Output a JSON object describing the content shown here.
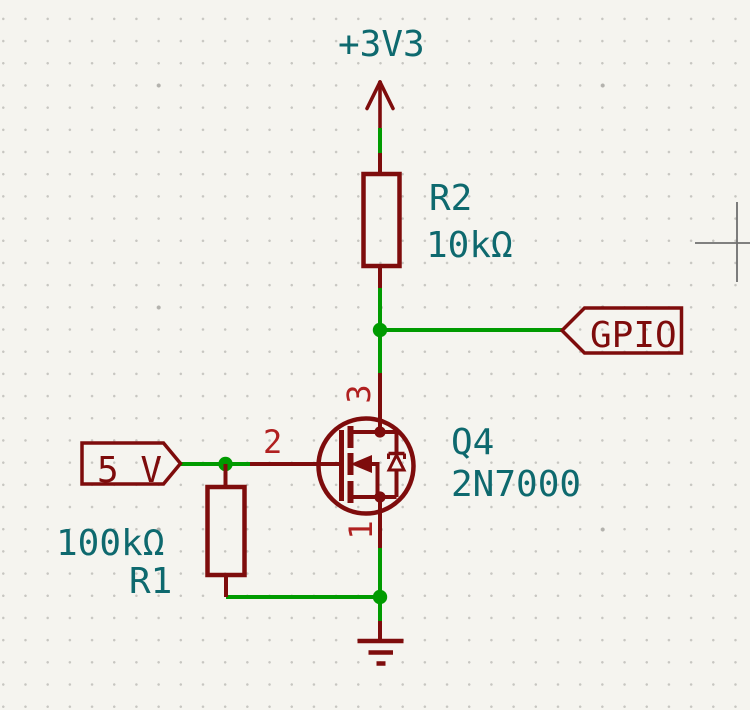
{
  "editor": {
    "name": "schematic-canvas",
    "tool": "crosshair-cursor"
  },
  "colors": {
    "background": "#F5F4EF",
    "grid_dot": "#C7C6C1",
    "wire_green": "#009B00",
    "symbol_dark_red": "#7E0C0C",
    "pin_number_red": "#B02020",
    "field_teal": "#0E696E",
    "crosshair_gray": "#6F6F6F"
  },
  "schematic": {
    "power_net": "+3V3",
    "r2": {
      "reference": "R2",
      "value": "10kΩ"
    },
    "r1": {
      "reference": "R1",
      "value": "100kΩ"
    },
    "q4": {
      "reference": "Q4",
      "value": "2N7000",
      "pin_drain_number": "3",
      "pin_gate_number": "2",
      "pin_source_number": "1"
    },
    "label_gpio": {
      "text": "GPIO",
      "type": "hierarchical-label"
    },
    "label_5v": {
      "text": "5 V",
      "type": "hierarchical-label"
    }
  }
}
